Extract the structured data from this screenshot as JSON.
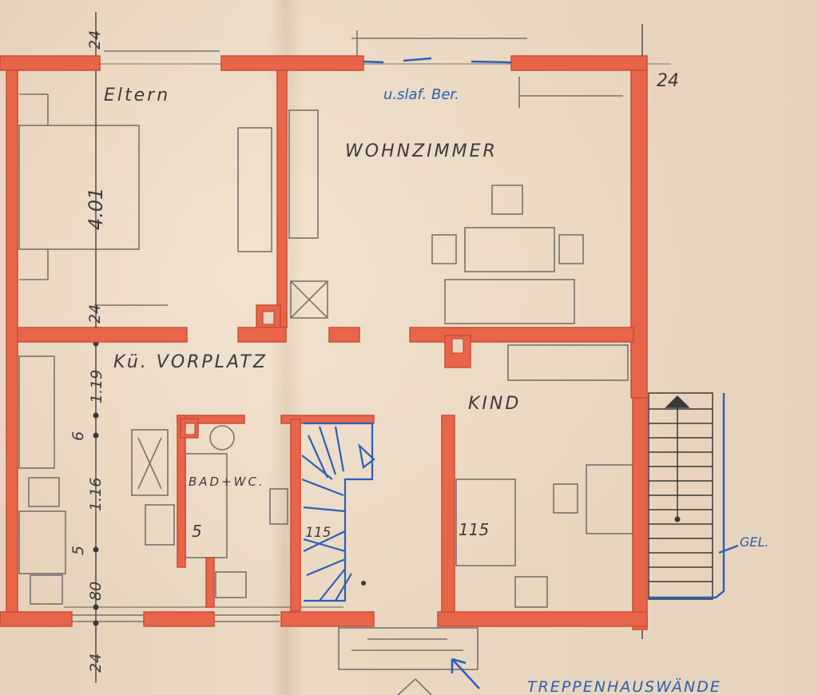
{
  "rooms": {
    "eltern": "Eltern",
    "wohnzimmer": "WOHNZIMMER",
    "kueche_vorplatz": "Kü.  VORPLATZ",
    "kind": "KIND",
    "badwc": "BAD+WC."
  },
  "annotations": {
    "schlaf_ber": "u.slaf. Ber.",
    "gel": "GEL.",
    "treppenhaus": "TREPPENHAUSWÄNDE"
  },
  "dimensions": {
    "top_24": "24",
    "right_24": "24",
    "room_401": "4.01",
    "mid_24": "24",
    "d_119": "1.19",
    "d_6": "6",
    "d_116": "1.16",
    "d_5": "5",
    "d_80": "80",
    "bottom_24": "24",
    "stair_115": "115",
    "kind_115": "115",
    "bad_5": "5"
  },
  "colors": {
    "wall": "#e8654a",
    "pencil": "#4a4a4a",
    "ink_blue": "#2a5fb0"
  }
}
